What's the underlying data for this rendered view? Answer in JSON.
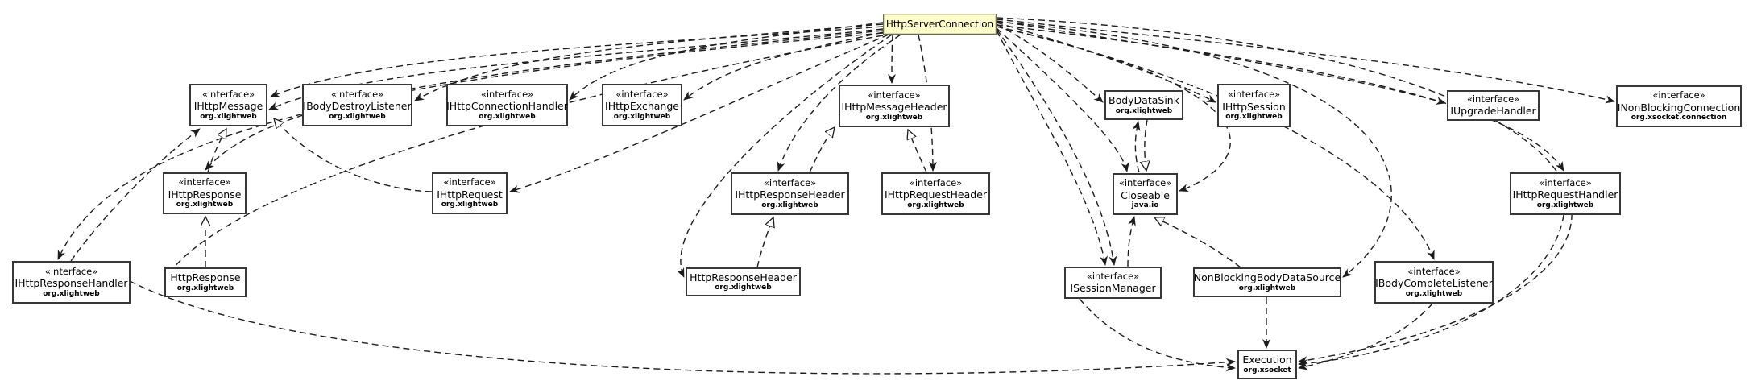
{
  "diagram": {
    "kind": "uml-class-dependency-diagram",
    "colors": {
      "highlight_fill": "#ffffcc",
      "node_fill": "#ffffff",
      "node_border": "#383838",
      "edge": "#1c1c1c",
      "background": "#ffffff"
    },
    "nodes": {
      "httpServerConnection": {
        "name": "HttpServerConnection"
      },
      "iHttpMessage": {
        "stereotype": "«interface»",
        "name": "IHttpMessage",
        "package": "org.xlightweb"
      },
      "iBodyDestroyListener": {
        "stereotype": "«interface»",
        "name": "IBodyDestroyListener",
        "package": "org.xlightweb"
      },
      "iHttpConnectionHandler": {
        "stereotype": "«interface»",
        "name": "IHttpConnectionHandler",
        "package": "org.xlightweb"
      },
      "iHttpExchange": {
        "stereotype": "«interface»",
        "name": "IHttpExchange",
        "package": "org.xlightweb"
      },
      "iHttpMessageHeader": {
        "stereotype": "«interface»",
        "name": "IHttpMessageHeader",
        "package": "org.xlightweb"
      },
      "bodyDataSink": {
        "name": "BodyDataSink",
        "package": "org.xlightweb"
      },
      "iHttpSession": {
        "stereotype": "«interface»",
        "name": "IHttpSession",
        "package": "org.xlightweb"
      },
      "iUpgradeHandler": {
        "stereotype": "«interface»",
        "name": "IUpgradeHandler"
      },
      "iNonBlockingConnection": {
        "stereotype": "«interface»",
        "name": "INonBlockingConnection",
        "package": "org.xsocket.connection"
      },
      "iHttpResponse": {
        "stereotype": "«interface»",
        "name": "IHttpResponse",
        "package": "org.xlightweb"
      },
      "iHttpRequest": {
        "stereotype": "«interface»",
        "name": "IHttpRequest",
        "package": "org.xlightweb"
      },
      "iHttpResponseHeader": {
        "stereotype": "«interface»",
        "name": "IHttpResponseHeader",
        "package": "org.xlightweb"
      },
      "iHttpRequestHeader": {
        "stereotype": "«interface»",
        "name": "IHttpRequestHeader",
        "package": "org.xlightweb"
      },
      "closeable": {
        "stereotype": "«interface»",
        "name": "Closeable",
        "package": "java.io"
      },
      "iHttpRequestHandler": {
        "stereotype": "«interface»",
        "name": "IHttpRequestHandler",
        "package": "org.xlightweb"
      },
      "iHttpResponseHandler": {
        "stereotype": "«interface»",
        "name": "IHttpResponseHandler",
        "package": "org.xlightweb"
      },
      "httpResponse": {
        "name": "HttpResponse",
        "package": "org.xlightweb"
      },
      "httpResponseHeader": {
        "name": "HttpResponseHeader",
        "package": "org.xlightweb"
      },
      "iSessionManager": {
        "stereotype": "«interface»",
        "name": "ISessionManager"
      },
      "nonBlockingBodyDataSource": {
        "name": "NonBlockingBodyDataSource",
        "package": "org.xlightweb"
      },
      "iBodyCompleteListener": {
        "stereotype": "«interface»",
        "name": "IBodyCompleteListener",
        "package": "org.xlightweb"
      },
      "execution": {
        "name": "Execution",
        "package": "org.xsocket"
      }
    },
    "edges": [
      {
        "from": "HttpServerConnection",
        "to": "IHttpMessage",
        "type": "dependency"
      },
      {
        "from": "HttpServerConnection",
        "to": "IBodyDestroyListener",
        "type": "dependency"
      },
      {
        "from": "HttpServerConnection",
        "to": "IHttpConnectionHandler",
        "type": "dependency"
      },
      {
        "from": "HttpServerConnection",
        "to": "IHttpExchange",
        "type": "dependency"
      },
      {
        "from": "HttpServerConnection",
        "to": "IHttpMessageHeader",
        "type": "dependency"
      },
      {
        "from": "HttpServerConnection",
        "to": "IHttpResponseHeader",
        "type": "dependency"
      },
      {
        "from": "HttpServerConnection",
        "to": "IHttpRequestHeader",
        "type": "dependency"
      },
      {
        "from": "HttpServerConnection",
        "to": "IHttpRequest",
        "type": "dependency"
      },
      {
        "from": "HttpServerConnection",
        "to": "IHttpResponse",
        "type": "dependency"
      },
      {
        "from": "HttpServerConnection",
        "to": "IHttpResponseHandler",
        "type": "dependency"
      },
      {
        "from": "HttpServerConnection",
        "to": "HttpResponse",
        "type": "dependency"
      },
      {
        "from": "HttpServerConnection",
        "to": "HttpResponseHeader",
        "type": "dependency"
      },
      {
        "from": "HttpServerConnection",
        "to": "BodyDataSink",
        "type": "dependency"
      },
      {
        "from": "HttpServerConnection",
        "to": "IHttpSession",
        "type": "dependency"
      },
      {
        "from": "HttpServerConnection",
        "to": "IUpgradeHandler",
        "type": "dependency"
      },
      {
        "from": "HttpServerConnection",
        "to": "INonBlockingConnection",
        "type": "dependency"
      },
      {
        "from": "HttpServerConnection",
        "to": "IHttpRequestHandler",
        "type": "dependency"
      },
      {
        "from": "HttpServerConnection",
        "to": "IBodyCompleteListener",
        "type": "dependency"
      },
      {
        "from": "HttpServerConnection",
        "to": "ISessionManager",
        "type": "dependency"
      },
      {
        "from": "HttpServerConnection",
        "to": "NonBlockingBodyDataSource",
        "type": "dependency"
      },
      {
        "from": "HttpServerConnection",
        "to": "Closeable",
        "type": "dependency"
      },
      {
        "from": "HttpServerConnection",
        "to": "Execution",
        "type": "dependency"
      },
      {
        "from": "IHttpResponse",
        "to": "IHttpMessage",
        "type": "generalization"
      },
      {
        "from": "IHttpRequest",
        "to": "IHttpMessage",
        "type": "generalization"
      },
      {
        "from": "HttpResponse",
        "to": "IHttpResponse",
        "type": "generalization"
      },
      {
        "from": "IHttpResponseHeader",
        "to": "IHttpMessageHeader",
        "type": "generalization"
      },
      {
        "from": "IHttpRequestHeader",
        "to": "IHttpMessageHeader",
        "type": "generalization"
      },
      {
        "from": "HttpResponseHeader",
        "to": "IHttpResponseHeader",
        "type": "generalization"
      },
      {
        "from": "BodyDataSink",
        "to": "Closeable",
        "type": "generalization"
      },
      {
        "from": "NonBlockingBodyDataSource",
        "to": "Closeable",
        "type": "generalization"
      },
      {
        "from": "IHttpResponseHandler",
        "to": "IHttpMessage",
        "type": "dependency"
      },
      {
        "from": "IHttpResponseHandler",
        "to": "Execution",
        "type": "dependency"
      },
      {
        "from": "ISessionManager",
        "to": "Closeable",
        "type": "dependency"
      },
      {
        "from": "ISessionManager",
        "to": "Execution",
        "type": "dependency"
      },
      {
        "from": "NonBlockingBodyDataSource",
        "to": "Execution",
        "type": "dependency"
      },
      {
        "from": "IHttpRequestHandler",
        "to": "Execution",
        "type": "dependency"
      },
      {
        "from": "IBodyCompleteListener",
        "to": "Execution",
        "type": "dependency"
      },
      {
        "from": "Closeable",
        "to": "BodyDataSink",
        "type": "dependency"
      }
    ]
  }
}
